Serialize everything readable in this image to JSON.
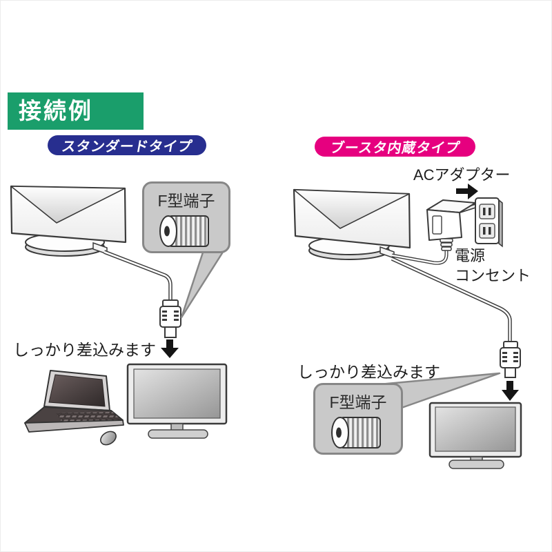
{
  "title_box": {
    "label": "接続例",
    "bg": "#1a9e6b",
    "text_color": "#ffffff"
  },
  "standard_section": {
    "badge": {
      "label": "スタンダードタイプ",
      "bg": "#272e8f",
      "text_color": "#ffffff"
    },
    "f_terminal_callout": {
      "label": "F型端子"
    },
    "insert_note": "しっかり差込みます",
    "icons": [
      "flat-antenna-icon",
      "coax-cable-icon",
      "f-plug-icon",
      "arrow-down-icon",
      "laptop-icon",
      "mouse-icon",
      "tv-icon",
      "f-terminal-icon"
    ]
  },
  "booster_section": {
    "badge": {
      "label": "ブースタ内蔵タイプ",
      "bg": "#e6007f",
      "text_color": "#ffffff"
    },
    "ac_adapter_label": "ACアダプター",
    "power_outlet_label": "電源\nコンセント",
    "f_terminal_callout": {
      "label": "F型端子"
    },
    "insert_note": "しっかり差込みます",
    "icons": [
      "flat-antenna-icon",
      "ac-adapter-icon",
      "arrow-right-icon",
      "wall-outlet-icon",
      "coax-cable-icon",
      "f-plug-icon",
      "arrow-down-icon",
      "tv-icon",
      "f-terminal-icon"
    ]
  },
  "colors": {
    "line_art_outline": "#3a3a3a",
    "callout_bg": "#c9c9c9",
    "callout_border": "#878787",
    "arrow": "#151515",
    "background": "#ffffff"
  }
}
